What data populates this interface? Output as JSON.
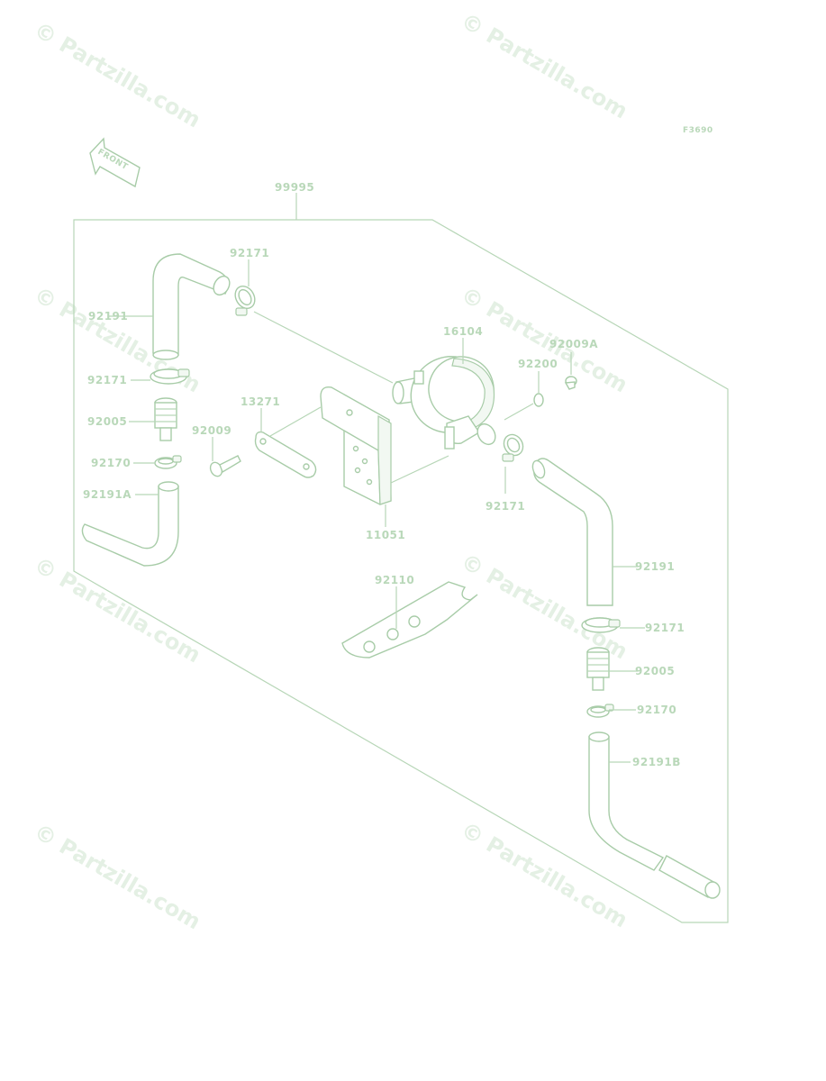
{
  "diagram_code": "F3690",
  "front_arrow": "FRONT",
  "watermark": "© Partzilla.com",
  "watermarks": [
    {
      "text": "© Partzilla.com"
    },
    {
      "text": "© Partzilla.com"
    },
    {
      "text": "© Partzilla.com"
    },
    {
      "text": "© Partzilla.com"
    },
    {
      "text": "© Partzilla.com"
    },
    {
      "text": "© Partzilla.com"
    },
    {
      "text": "© Partzilla.com"
    },
    {
      "text": "© Partzilla.com"
    }
  ],
  "parts": {
    "p99995": "99995",
    "p92171_top": "92171",
    "p92191_left": "92191",
    "p16104": "16104",
    "p92009a": "92009A",
    "p92200": "92200",
    "p92171_left": "92171",
    "p13271": "13271",
    "p92005_left": "92005",
    "p92009": "92009",
    "p92170_left": "92170",
    "p92191a": "92191A",
    "p92171_mid": "92171",
    "p11051": "11051",
    "p92191_right": "92191",
    "p92110": "92110",
    "p92171_right": "92171",
    "p92005_right": "92005",
    "p92170_right": "92170",
    "p92191b": "92191B"
  }
}
